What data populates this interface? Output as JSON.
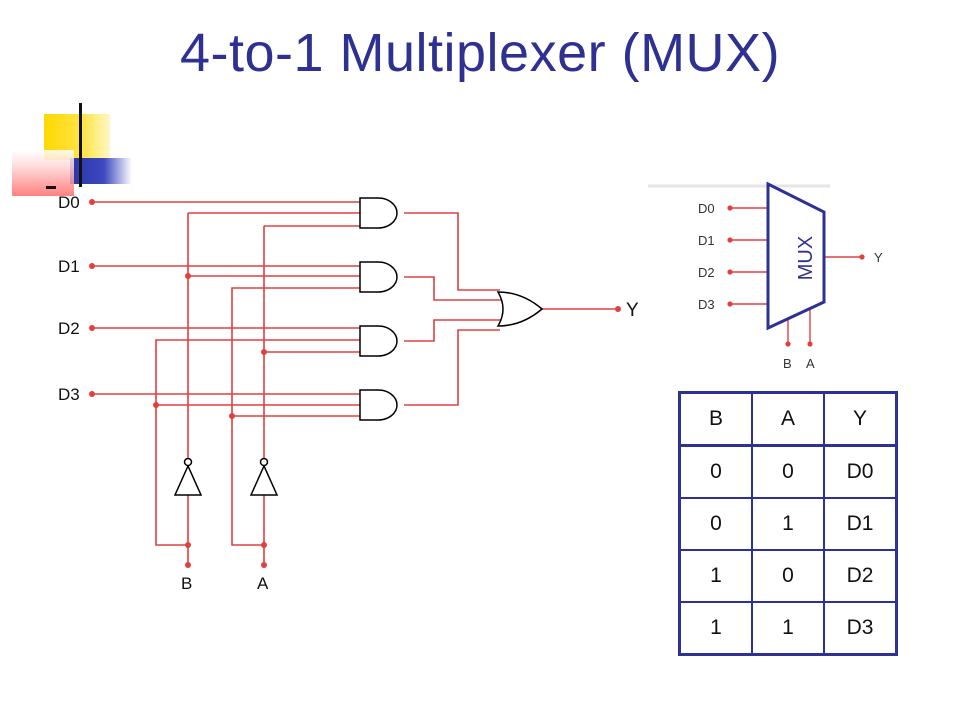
{
  "title": "4-to-1 Multiplexer (MUX)",
  "circuit": {
    "inputs": [
      "D0",
      "D1",
      "D2",
      "D3"
    ],
    "selects": [
      "B",
      "A"
    ],
    "output": "Y"
  },
  "block_symbol": {
    "label": "MUX",
    "inputs": [
      "D0",
      "D1",
      "D2",
      "D3"
    ],
    "selects": [
      "B",
      "A"
    ],
    "output": "Y"
  },
  "truth_table": {
    "headers": [
      "B",
      "A",
      "Y"
    ],
    "rows": [
      [
        "0",
        "0",
        "D0"
      ],
      [
        "0",
        "1",
        "D1"
      ],
      [
        "1",
        "0",
        "D2"
      ],
      [
        "1",
        "1",
        "D3"
      ]
    ]
  },
  "colors": {
    "wire": "#e04040",
    "title": "#2e3192",
    "table_border": "#2e3192",
    "gate": "#000000"
  }
}
